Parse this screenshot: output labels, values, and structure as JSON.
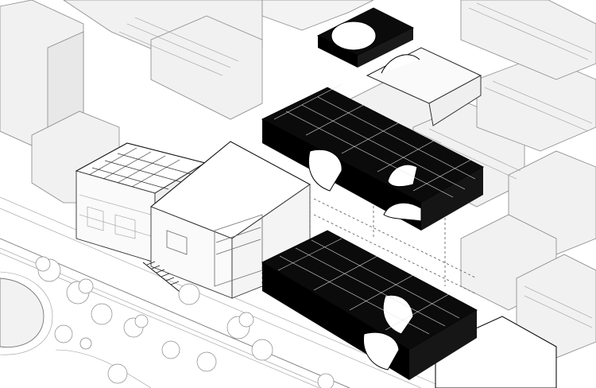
{
  "colors": {
    "background": "#ffffff",
    "line": "#6a6a6a",
    "ghost_fill": "#f1f1f1",
    "roof_fill": "#fafafa",
    "mass_black": "#0b0b0b"
  },
  "layers": [
    {
      "id": "upper",
      "name": "upper-floor-volume",
      "fill": "black"
    },
    {
      "id": "middle",
      "name": "middle-floor-volume",
      "fill": "black"
    },
    {
      "id": "lower",
      "name": "ground-floor-volume",
      "fill": "black"
    }
  ],
  "icons": [
    "tree-icon",
    "staircase-icon",
    "skylight-grid-icon"
  ]
}
